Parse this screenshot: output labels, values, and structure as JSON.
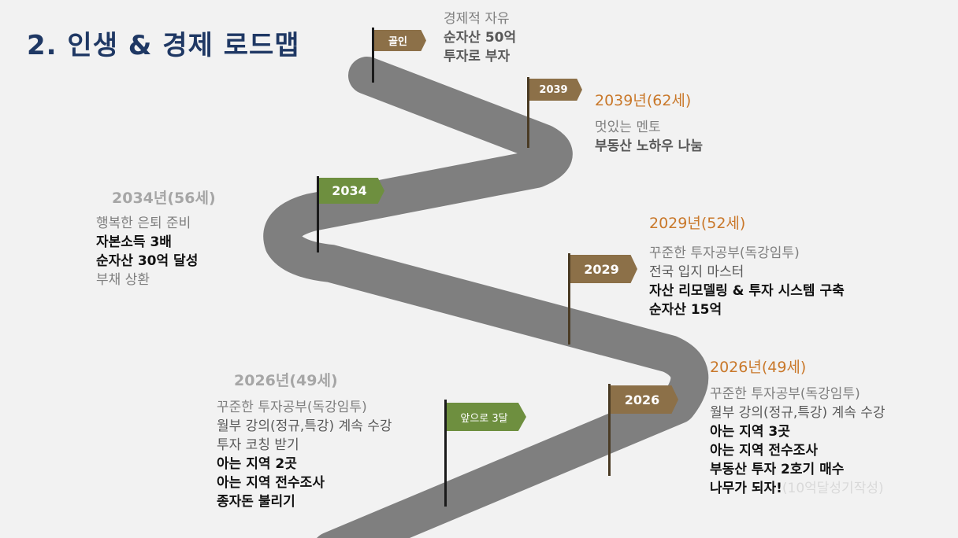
{
  "title": "2. 인생 & 경제 로드맵",
  "colors": {
    "road": "#7f7f7f",
    "flag_brown": "#8c7048",
    "flag_green": "#6e8f3f",
    "title": "#1f3864",
    "year_orange": "#c9782a"
  },
  "flags": {
    "goal": "골인",
    "f2039": "2039",
    "f2034": "2034",
    "f2029": "2029",
    "f2026": "2026",
    "next": "앞으로 3달"
  },
  "goal_block": {
    "lines": [
      "경제적 자유",
      "순자산 50억",
      "투자로 부자"
    ]
  },
  "block_2039": {
    "year": "2039년(62세)",
    "lines": [
      "멋있는 멘토",
      "부동산 노하우 나눔"
    ]
  },
  "block_2034": {
    "year": "2034년(56세)",
    "lines": [
      "행복한 은퇴 준비",
      "자본소득 3배",
      "순자산 30억 달성",
      "부채 상환"
    ]
  },
  "block_2029": {
    "year": "2029년(52세)",
    "lines": [
      "꾸준한 투자공부(독강임투)",
      "전국 입지 마스터",
      "자산 리모델링 & 투자 시스템 구축",
      "순자산 15억"
    ]
  },
  "block_2026": {
    "year": "2026년(49세)",
    "lines": [
      "꾸준한 투자공부(독강임투)",
      "월부 강의(정규,특강) 계속 수강",
      "아는 지역 3곳",
      "아는 지역 전수조사",
      "부동산 투자 2호기 매수",
      "나무가 되자!"
    ],
    "note": "(10억달성기작성)"
  },
  "block_now": {
    "year": "2026년(49세)",
    "lines": [
      "꾸준한 투자공부(독강임투)",
      "월부 강의(정규,특강) 계속 수강",
      "투자 코칭 받기",
      "아는 지역 2곳",
      "아는 지역 전수조사",
      "종자돈 불리기"
    ]
  }
}
